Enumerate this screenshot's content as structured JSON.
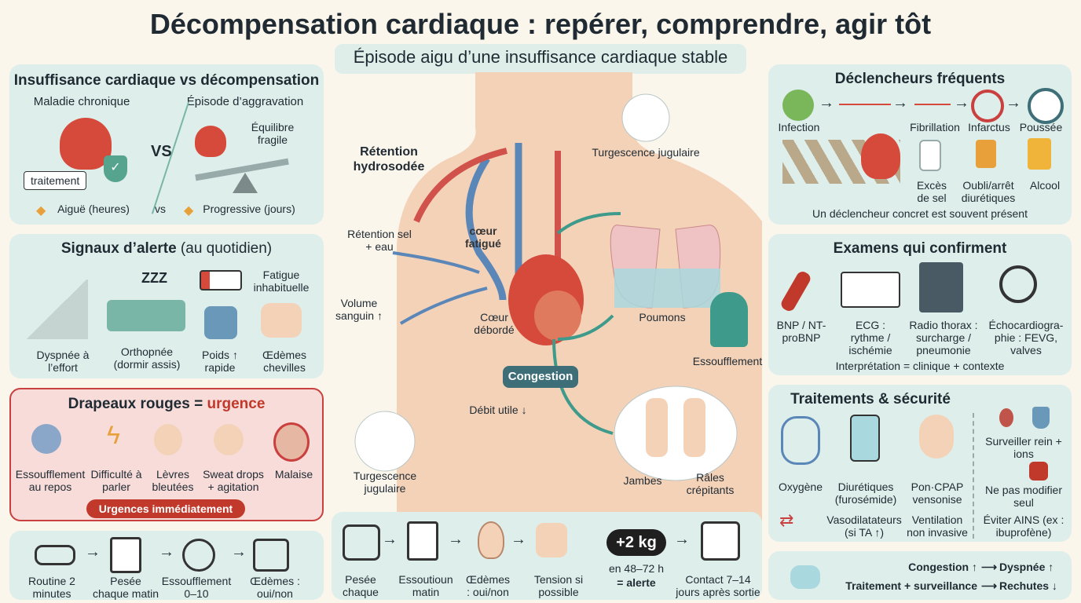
{
  "header": {
    "title": "Décompensation cardiaque : repérer, comprendre, agir tôt",
    "subtitle": "Épisode aigu d’une insuffisance cardiaque stable"
  },
  "compare": {
    "title": "Insuffisance cardiaque vs décompensation",
    "left_title": "Maladie chronique",
    "right_title": "Épisode d’aggravation",
    "treatment_tag": "traitement",
    "vs_big": "VS",
    "balance_label": "Équilibre fragile",
    "vs_small": "vs",
    "left_tag": "Aiguë (heures)",
    "right_tag": "Progressive (jours)"
  },
  "signals": {
    "title_bold": "Signaux d’alerte",
    "title_rest": " (au quotidien)",
    "items": [
      "Dyspnée à l’effort",
      "Orthopnée (dormir assis)",
      "Poids ↑ rapide",
      "Œdèmes chevilles"
    ],
    "fatigue": "Fatigue inhabituelle",
    "zzz": "ZZZ"
  },
  "redflags": {
    "title_a": "Drapeaux rouges = ",
    "title_b": "urgence",
    "items": [
      "Essoufflement au repos",
      "Difficulté à parler",
      "Lèvres bleutées",
      "Sweat drops + agitation",
      "Malaise"
    ],
    "badge": "Urgences immédiatement"
  },
  "routine": {
    "items": [
      "Routine 2 minutes",
      "Pesée chaque matin",
      "Essoufflement 0–10",
      "Œdèmes : oui/non"
    ]
  },
  "center": {
    "retention_title": "Rétention hydrosodée",
    "retention_sel": "Rétention sel + eau",
    "volume": "Volume sanguin ↑",
    "coeur_fatigue": "cœur fatigué",
    "coeur_deborde": "Cœur débordé",
    "turgescence_top": "Turgescence jugulaire",
    "poumons": "Poumons",
    "essoufflement": "Essoufflement",
    "congestion": "Congestion",
    "debit": "Débit utile ↓",
    "turgescence_bottom": "Turgescence jugulaire",
    "jambes": "Jambes",
    "rales": "Râles crépitants"
  },
  "bottom_mid": {
    "items": [
      "Pesée chaque",
      "Essoutioun matin",
      "Œdèmes : oui/non",
      "Tension si possible"
    ],
    "badge": "+2 kg",
    "alert_a": "en 48–72 h",
    "alert_b": "= alerte",
    "contact": "Contact 7–14 jours après sortie"
  },
  "triggers": {
    "title": "Déclencheurs fréquents",
    "row1": [
      "Infection",
      "Fibrillation",
      "Infarctus",
      "Poussée"
    ],
    "row2": [
      "Excès de sel",
      "Oubli/arrêt diurétiques",
      "Alcool"
    ],
    "footer": "Un déclencheur concret est souvent présent"
  },
  "exams": {
    "title": "Examens qui confirment",
    "items": [
      "BNP / NT-proBNP",
      "ECG : rythme / ischémie",
      "Radio thorax : surcharge / pneumonie",
      "Échocardiogra-phie : FEVG, valves"
    ],
    "items_bold": [
      "BNP /",
      "ECG :",
      "Radio thorax :",
      "Échocardiogra-"
    ],
    "footer": "Interprétation = clinique + contexte"
  },
  "treatments": {
    "title": "Traitements & sécurité",
    "items": [
      "Oxygène",
      "Diurétiques (furosémide)",
      "Pon·CPAP vensonise"
    ],
    "vaso": "Vasodilatateurs (si TA ↑)",
    "ventilation": "Ventilation non invasive",
    "side": [
      "Surveiller rein + ions",
      "Ne pas modifier seul",
      "Éviter AINS (ex : ibuprofène)"
    ]
  },
  "summary": {
    "line1_a": "Congestion ↑",
    "line1_b": "Dyspnée ↑",
    "line2_a": "Traitement + surveillance",
    "line2_b": "Rechutes ↓",
    "arrow": "⟶"
  },
  "colors": {
    "panel": "#deeeea",
    "red_panel": "#f7dcd9",
    "red_border": "#c9403f",
    "heart": "#d64a3c",
    "vein_blue": "#5a86b8",
    "artery_red": "#d0524b",
    "skin": "#f3d2b8",
    "badge_dark": "#3e6f78",
    "urgent_red": "#c0392b"
  },
  "icons": [
    "heart-icon",
    "shield-check-icon",
    "seesaw-icon",
    "tag-icon",
    "stairs-icon",
    "bed-icon",
    "battery-icon",
    "scale-icon",
    "feet-icon",
    "face-icon",
    "lightning-icon",
    "cough-icon",
    "sweat-icon",
    "fainting-icon",
    "pillow-icon",
    "clipboard-icon",
    "gauge-icon",
    "bp-cuff-icon",
    "ear-icon",
    "foot-icon",
    "calendar-icon",
    "virus-icon",
    "ecg-wave-icon",
    "no-sign-icon",
    "pressure-gauge-icon",
    "domino-icon",
    "salt-icon",
    "pill-bottle-icon",
    "beer-icon",
    "blood-tube-icon",
    "ecg-monitor-icon",
    "xray-icon",
    "echo-probe-icon",
    "oxygen-mask-icon",
    "iv-bag-icon",
    "cpap-icon",
    "kidney-icon",
    "flask-icon",
    "stop-icon",
    "lungs-icon",
    "droplet-icon"
  ]
}
